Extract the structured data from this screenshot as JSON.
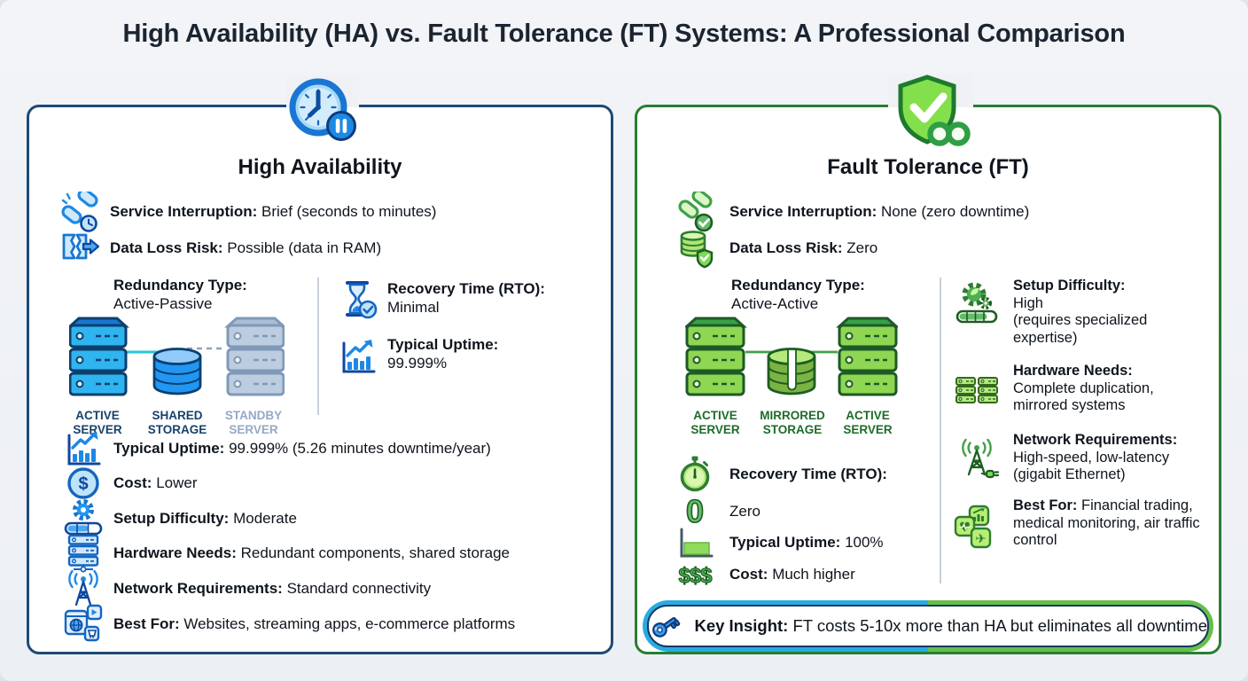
{
  "title": "High Availability (HA) vs. Fault Tolerance (FT) Systems: A Professional Comparison",
  "ha": {
    "header": "High Availability",
    "service_interruption": {
      "label": "Service Interruption:",
      "value": "Brief (seconds to minutes)"
    },
    "data_loss": {
      "label": "Data Loss Risk:",
      "value": "Possible (data in RAM)"
    },
    "redundancy": {
      "label": "Redundancy Type:",
      "value": "Active-Passive"
    },
    "diagram": {
      "node1": "ACTIVE SERVER",
      "node2": "SHARED STORAGE",
      "node3": "STANDBY SERVER"
    },
    "rto": {
      "label": "Recovery Time (RTO):",
      "value": "Minimal"
    },
    "uptime_summary": {
      "label": "Typical Uptime:",
      "value": "99.999%"
    },
    "list": [
      {
        "icon": "uptime-chart-icon",
        "label": "Typical Uptime:",
        "value": "99.999% (5.26 minutes downtime/year)"
      },
      {
        "icon": "cost-dollar-icon",
        "label": "Cost:",
        "value": "Lower"
      },
      {
        "icon": "gear-progress-icon",
        "label": "Setup Difficulty:",
        "value": "Moderate"
      },
      {
        "icon": "server-stack-icon",
        "label": "Hardware Needs:",
        "value": "Redundant components, shared storage"
      },
      {
        "icon": "antenna-icon",
        "label": "Network Requirements:",
        "value": "Standard connectivity"
      },
      {
        "icon": "web-apps-icon",
        "label": "Best For:",
        "value": "Websites, streaming apps, e-commerce platforms"
      }
    ]
  },
  "ft": {
    "header": "Fault Tolerance (FT)",
    "service_interruption": {
      "label": "Service Interruption:",
      "value": "None (zero downtime)"
    },
    "data_loss": {
      "label": "Data Loss Risk:",
      "value": "Zero"
    },
    "redundancy": {
      "label": "Redundancy Type:",
      "value": "Active-Active"
    },
    "diagram": {
      "node1": "ACTIVE SERVER",
      "node2": "MIRRORED STORAGE",
      "node3": "ACTIVE SERVER"
    },
    "rto": {
      "label": "Recovery Time (RTO):",
      "value": "Zero"
    },
    "uptime": {
      "label": "Typical Uptime:",
      "value": "100%"
    },
    "cost": {
      "label": "Cost:",
      "value": "Much higher"
    },
    "zero_icon_text": "0",
    "cost_icon_text": "$$$",
    "setup": {
      "label": "Setup Difficulty:",
      "value": "High\n(requires specialized expertise)"
    },
    "hardware": {
      "label": "Hardware Needs:",
      "value": "Complete duplication, mirrored systems"
    },
    "network": {
      "label": "Network Requirements:",
      "value": "High-speed, low-latency (gigabit Ethernet)"
    },
    "best_for": {
      "label": "Best For:",
      "value": "Financial trading, medical monitoring, air traffic control"
    }
  },
  "insight": {
    "label": "Key Insight:",
    "value": "FT costs 5-10x more than HA but eliminates all downtime"
  },
  "colors": {
    "background": "#eff1f5",
    "ha_border": "#1e4a74",
    "ha_accent": "#1e88e5",
    "ft_border": "#2a7d33",
    "ft_accent": "#43a047",
    "insight_blue": "#29abe2",
    "insight_green": "#66bf4a"
  }
}
